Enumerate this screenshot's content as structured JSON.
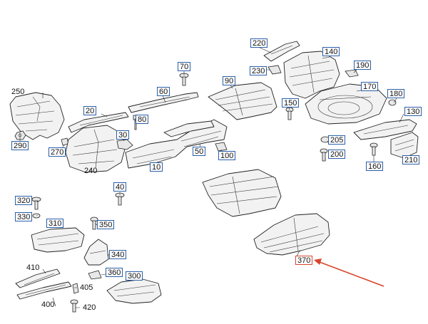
{
  "diagram": {
    "labels": [
      {
        "id": "220",
        "boxed": true
      },
      {
        "id": "140",
        "boxed": true
      },
      {
        "id": "230",
        "boxed": true
      },
      {
        "id": "190",
        "boxed": true
      },
      {
        "id": "70",
        "boxed": true
      },
      {
        "id": "90",
        "boxed": true
      },
      {
        "id": "170",
        "boxed": true
      },
      {
        "id": "60",
        "boxed": true
      },
      {
        "id": "180",
        "boxed": true
      },
      {
        "id": "250",
        "boxed": false
      },
      {
        "id": "150",
        "boxed": true
      },
      {
        "id": "20",
        "boxed": true
      },
      {
        "id": "80",
        "boxed": true
      },
      {
        "id": "130",
        "boxed": true
      },
      {
        "id": "30",
        "boxed": true
      },
      {
        "id": "205",
        "boxed": true
      },
      {
        "id": "290",
        "boxed": true
      },
      {
        "id": "270",
        "boxed": true
      },
      {
        "id": "50",
        "boxed": true
      },
      {
        "id": "100",
        "boxed": true
      },
      {
        "id": "200",
        "boxed": true
      },
      {
        "id": "210",
        "boxed": true
      },
      {
        "id": "10",
        "boxed": true
      },
      {
        "id": "240",
        "boxed": false
      },
      {
        "id": "160",
        "boxed": true
      },
      {
        "id": "40",
        "boxed": true
      },
      {
        "id": "320",
        "boxed": true
      },
      {
        "id": "330",
        "boxed": true
      },
      {
        "id": "310",
        "boxed": true
      },
      {
        "id": "350",
        "boxed": true
      },
      {
        "id": "340",
        "boxed": true
      },
      {
        "id": "370",
        "boxed": true,
        "highlighted": true
      },
      {
        "id": "410",
        "boxed": false
      },
      {
        "id": "360",
        "boxed": true
      },
      {
        "id": "300",
        "boxed": true
      },
      {
        "id": "405",
        "boxed": false
      },
      {
        "id": "400",
        "boxed": false
      },
      {
        "id": "420",
        "boxed": false
      }
    ],
    "colors": {
      "label_border": "#2a5fa8",
      "highlight": "#d8452c",
      "line": "#222222",
      "fill": "#f2f2f2"
    }
  }
}
